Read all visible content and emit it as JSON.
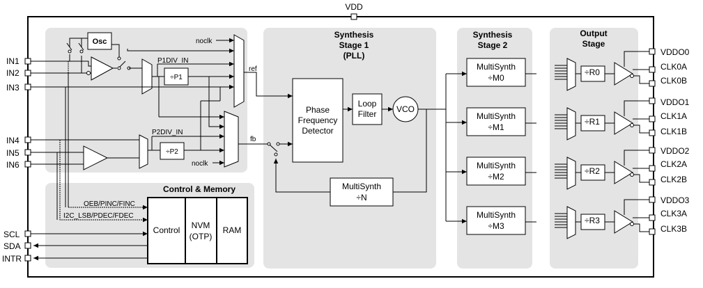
{
  "colors": {
    "panel": "#e4e4e4",
    "line": "#000000",
    "background": "#ffffff"
  },
  "supply": {
    "vdd": "VDD"
  },
  "inputs": [
    "IN1",
    "IN2",
    "IN3",
    "IN4",
    "IN5",
    "IN6"
  ],
  "serial_pins": [
    "SCL",
    "SDA",
    "INTR"
  ],
  "input_section": {
    "osc": "Osc",
    "noclk_top": "noclk",
    "noclk_bottom": "noclk",
    "p1div_label": "P1DIV_IN",
    "p2div_label": "P2DIV_IN",
    "p1": "÷P1",
    "p2": "÷P2",
    "ref": "ref",
    "fb": "fb"
  },
  "control_memory": {
    "title": "Control & Memory",
    "control": "Control",
    "nvm_line1": "NVM",
    "nvm_line2": "(OTP)",
    "ram": "RAM",
    "oeb_label": "OEB/PINC/FINC",
    "i2c_label": "I2C_LSB/PDEC/FDEC"
  },
  "stage1": {
    "title_line1": "Synthesis",
    "title_line2": "Stage 1",
    "title_line3": "(PLL)",
    "pfd_line1": "Phase",
    "pfd_line2": "Frequency",
    "pfd_line3": "Detector",
    "lf_line1": "Loop",
    "lf_line2": "Filter",
    "vco": "VCO",
    "msn_line1": "MultiSynth",
    "msn_line2": "÷N"
  },
  "stage2": {
    "title_line1": "Synthesis",
    "title_line2": "Stage 2",
    "multisynth": [
      {
        "line1": "MultiSynth",
        "line2": "÷M0"
      },
      {
        "line1": "MultiSynth",
        "line2": "÷M1"
      },
      {
        "line1": "MultiSynth",
        "line2": "÷M2"
      },
      {
        "line1": "MultiSynth",
        "line2": "÷M3"
      }
    ]
  },
  "output_stage": {
    "title_line1": "Output",
    "title_line2": "Stage",
    "dividers": [
      "÷R0",
      "÷R1",
      "÷R2",
      "÷R3"
    ]
  },
  "outputs": [
    {
      "vddo": "VDDO0",
      "a": "CLK0A",
      "b": "CLK0B"
    },
    {
      "vddo": "VDDO1",
      "a": "CLK1A",
      "b": "CLK1B"
    },
    {
      "vddo": "VDDO2",
      "a": "CLK2A",
      "b": "CLK2B"
    },
    {
      "vddo": "VDDO3",
      "a": "CLK3A",
      "b": "CLK3B"
    }
  ]
}
